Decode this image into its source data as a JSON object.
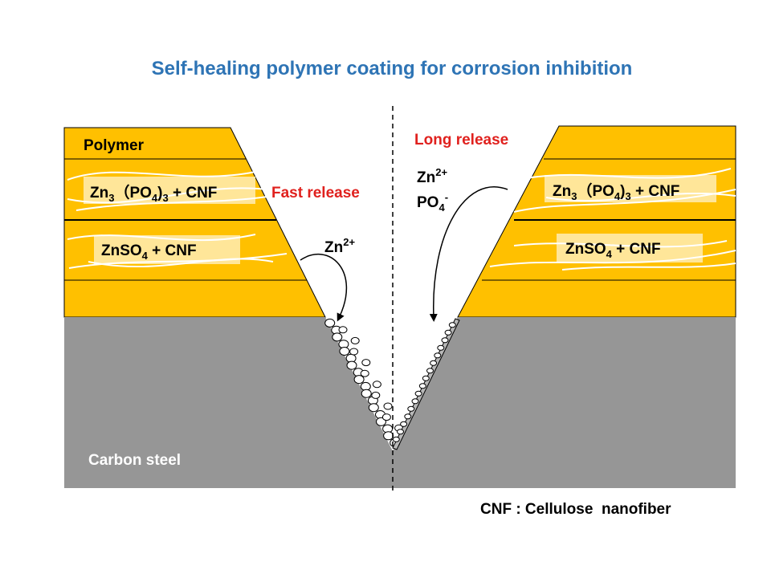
{
  "title": "Self-healing polymer coating for corrosion inhibition",
  "layers": {
    "polymer": "Polymer",
    "zn3po4": {
      "base": "Zn",
      "sub1": "3",
      "mid": "（PO",
      "sub2": "4",
      "close": ")",
      "sub3": "3",
      "tail": " + CNF"
    },
    "znso4": {
      "base": "ZnSO",
      "sub1": "4",
      "tail": " + CNF"
    },
    "steel": "Carbon steel"
  },
  "left_side": {
    "release_label": "Fast release",
    "ion": {
      "base": "Zn",
      "sup": "2+"
    }
  },
  "right_side": {
    "release_label": "Long release",
    "ion1": {
      "base": "Zn",
      "sup": "2+"
    },
    "ion2": {
      "base": "PO",
      "sub": "4",
      "sup": "-"
    }
  },
  "footnote": "CNF : Cellulose  nanofiber",
  "colors": {
    "title": "#2E74B5",
    "coating": "#FFC000",
    "band": "#FFE699",
    "steel": "#969696",
    "release_label": "#E0211E",
    "deposit": "#ffffff",
    "fiber": "#ffffff"
  }
}
